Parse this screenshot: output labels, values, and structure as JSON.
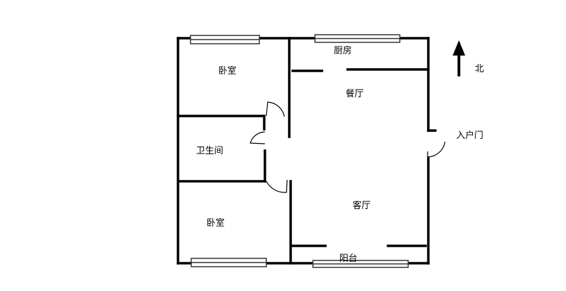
{
  "rooms": {
    "bedroom_top": "卧室",
    "kitchen": "厨房",
    "dining": "餐厅",
    "bathroom": "卫生间",
    "entrance_door": "入户门",
    "living": "客厅",
    "bedroom_bottom": "卧室",
    "balcony": "阳台"
  },
  "compass": {
    "north": "北"
  }
}
